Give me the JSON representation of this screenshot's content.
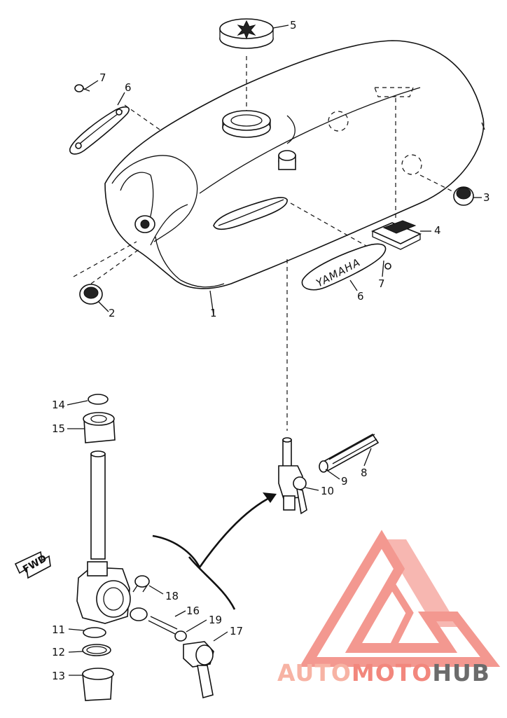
{
  "diagram": {
    "callouts": [
      {
        "id": "1",
        "text": "1"
      },
      {
        "id": "2",
        "text": "2"
      },
      {
        "id": "3",
        "text": "3"
      },
      {
        "id": "4",
        "text": "4"
      },
      {
        "id": "5",
        "text": "5"
      },
      {
        "id": "6a",
        "text": "6"
      },
      {
        "id": "6b",
        "text": "6"
      },
      {
        "id": "7a",
        "text": "7"
      },
      {
        "id": "7b",
        "text": "7"
      },
      {
        "id": "8",
        "text": "8"
      },
      {
        "id": "9",
        "text": "9"
      },
      {
        "id": "10",
        "text": "10"
      },
      {
        "id": "11",
        "text": "11"
      },
      {
        "id": "12",
        "text": "12"
      },
      {
        "id": "13",
        "text": "13"
      },
      {
        "id": "14",
        "text": "14"
      },
      {
        "id": "15",
        "text": "15"
      },
      {
        "id": "16",
        "text": "16"
      },
      {
        "id": "17",
        "text": "17"
      },
      {
        "id": "18",
        "text": "18"
      },
      {
        "id": "19",
        "text": "19"
      }
    ],
    "emblem_text": "YAMAHA",
    "direction_label": "FWD"
  },
  "watermark": {
    "part1": "AUTO",
    "part2": "MOTO",
    "part3": "HUB",
    "color_main": "#f2877d",
    "color_light": "#f7b3a4",
    "color_dark": "#6b6b6b"
  }
}
